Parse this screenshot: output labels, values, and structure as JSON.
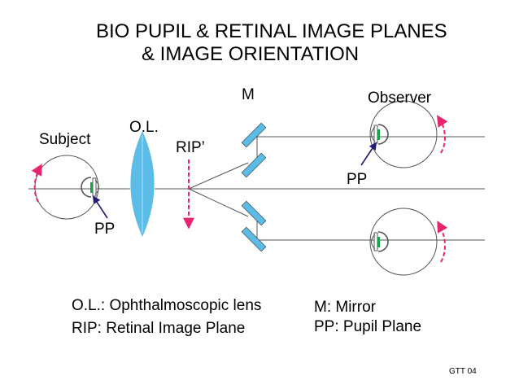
{
  "title": {
    "line1": "BIO PUPIL & RETINAL IMAGE PLANES",
    "line2": "& IMAGE ORIENTATION"
  },
  "labels": {
    "mirror": "M",
    "observer": "Observer",
    "lens": "O.L.",
    "subject": "Subject",
    "rip": "RIP’",
    "pp_observer": "PP",
    "pp_subject": "PP"
  },
  "legend": {
    "ol": "O.L.: Ophthalmoscopic lens",
    "rip": "RIP:  Retinal Image Plane",
    "m": "M:  Mirror",
    "pp": "PP:  Pupil Plane"
  },
  "footer": "GTT 04",
  "colors": {
    "lens_fill": "#5bbce8",
    "mirror_fill": "#5bbce8",
    "arrow_pink": "#e8246e",
    "pupil_green": "#16a34a",
    "pointer_navy": "#1e1b7a",
    "line": "#555555"
  }
}
